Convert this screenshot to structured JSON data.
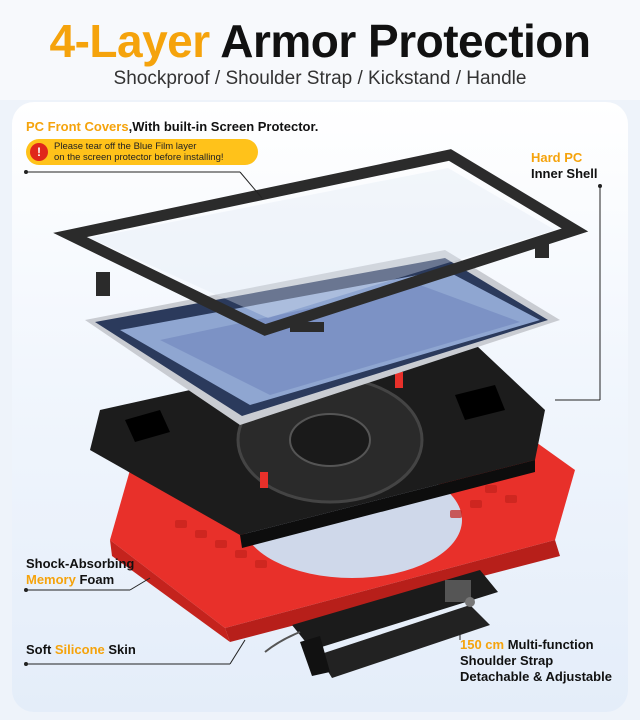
{
  "header": {
    "title_accent": "4-Layer",
    "title_main": "Armor Protection",
    "subtitle": "Shockproof  /  Shoulder Strap  /  Kickstand  /  Handle"
  },
  "callouts": {
    "front_cover_accent": "PC Front Covers",
    "front_cover_rest": ",With built-in Screen Protector.",
    "warning_line1": "Please tear off the Blue Film layer",
    "warning_line2": "on the screen protector before installing!",
    "inner_shell_accent": "Hard PC",
    "inner_shell_rest": "Inner Shell",
    "foam_line1": "Shock-Absorbing",
    "foam_accent": "Memory",
    "foam_rest": " Foam",
    "skin_pre": "Soft ",
    "skin_accent": "Silicone",
    "skin_rest": " Skin",
    "strap_accent": "150 cm",
    "strap_line1_rest": " Multi-function",
    "strap_line2": "Shoulder Strap",
    "strap_line3": "Detachable & Adjustable"
  },
  "icons": {
    "warning": "exclamation-icon"
  },
  "colors": {
    "accent": "#f5a30c",
    "silicone_skin": "#e8302a",
    "inner_shell": "#1c1c1c",
    "front_frame": "#2b2b2b",
    "warning_badge": "#ffc21a",
    "warning_icon": "#e0261b"
  }
}
